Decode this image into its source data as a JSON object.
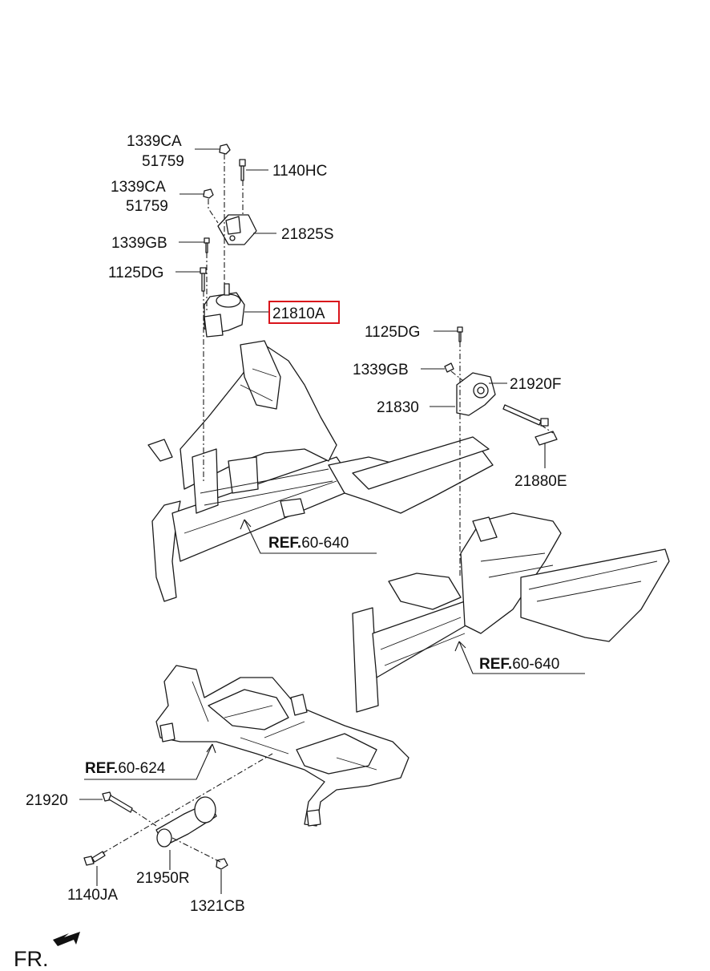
{
  "diagram": {
    "labels": {
      "p1339ca_top": "1339CA",
      "p51759_top": "51759",
      "p1140hc": "1140HC",
      "p1339ca_mid": "1339CA",
      "p51759_mid": "51759",
      "p21825s": "21825S",
      "p1339gb_left": "1339GB",
      "p1125dg_left": "1125DG",
      "p21810a": "21810A",
      "p1125dg_right": "1125DG",
      "p1339gb_right": "1339GB",
      "p21920f": "21920F",
      "p21830": "21830",
      "p21880e": "21880E",
      "p21920": "21920",
      "p21950r": "21950R",
      "p1140ja": "1140JA",
      "p1321cb": "1321CB"
    },
    "refs": {
      "ref_left": {
        "prefix": "REF.",
        "code": "60-640"
      },
      "ref_right": {
        "prefix": "REF.",
        "code": "60-640"
      },
      "ref_sub": {
        "prefix": "REF.",
        "code": "60-624"
      }
    },
    "front_indicator": "FR.",
    "highlighted_part": "21810A",
    "highlight_color": "#d9141b"
  }
}
